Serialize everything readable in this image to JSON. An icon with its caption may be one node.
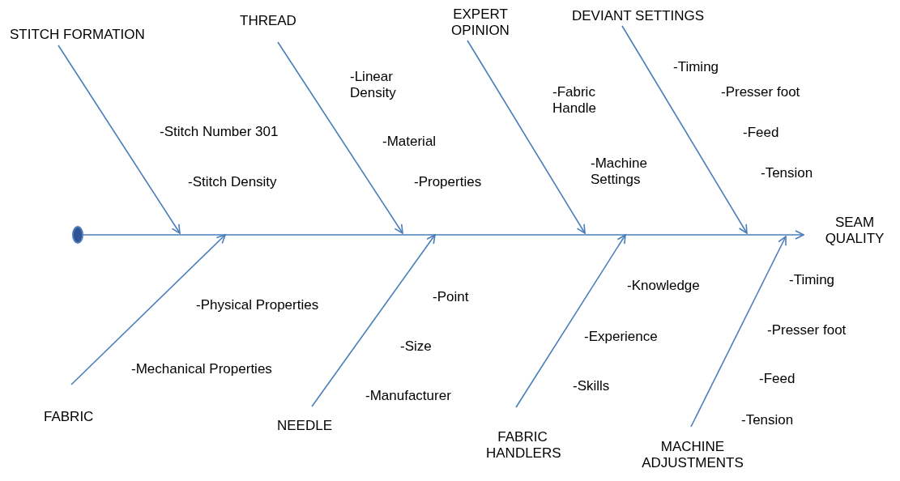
{
  "diagram": {
    "nodes": [
      {
        "text": [],
        "shape": "circle"
      },
      {
        "text": [
          "SEAM QUALITY"
        ]
      },
      {
        "text": [
          "STITCH FORMATION"
        ]
      },
      {
        "text": [
          "THREAD"
        ]
      },
      {
        "text": [
          "EXPERT OPINION"
        ]
      },
      {
        "text": [
          "DEVIANT SETTINGS"
        ]
      },
      {
        "text": [
          "FABRIC"
        ]
      },
      {
        "text": [
          "NEEDLE"
        ]
      },
      {
        "text": [
          "FABRIC HANDLERS"
        ]
      },
      {
        "text": [
          "MACHINE ADJUSTMENTS"
        ]
      }
    ],
    "edges": [
      {
        "from": 0,
        "to": 1,
        "arrow": "to"
      },
      {
        "from": 2,
        "to": null,
        "arrow": "to"
      },
      {
        "from": 3,
        "to": null,
        "arrow": "to"
      },
      {
        "from": 4,
        "to": null,
        "arrow": "to"
      },
      {
        "from": 5,
        "to": null,
        "arrow": "to"
      },
      {
        "from": 6,
        "to": null,
        "arrow": "to"
      },
      {
        "from": 7,
        "to": null,
        "arrow": "to"
      },
      {
        "from": 8,
        "to": null,
        "arrow": "to"
      },
      {
        "from": 9,
        "to": null,
        "arrow": "to"
      }
    ],
    "labels": [
      "-Stitch Number 301",
      "-Stitch Density",
      "-Linear Density",
      "-Material",
      "-Properties",
      "-Fabric Handle",
      "-Machine Settings",
      "-Timing",
      "-Presser foot",
      "-Feed",
      "-Tension",
      "-Physical Properties",
      "-Mechanical Properties",
      "-Point",
      "-Size",
      "-Manufacturer",
      "-Knowledge",
      "-Experience",
      "-Skills",
      "-Timing",
      "-Presser foot",
      "-Feed",
      "-Tension"
    ]
  }
}
